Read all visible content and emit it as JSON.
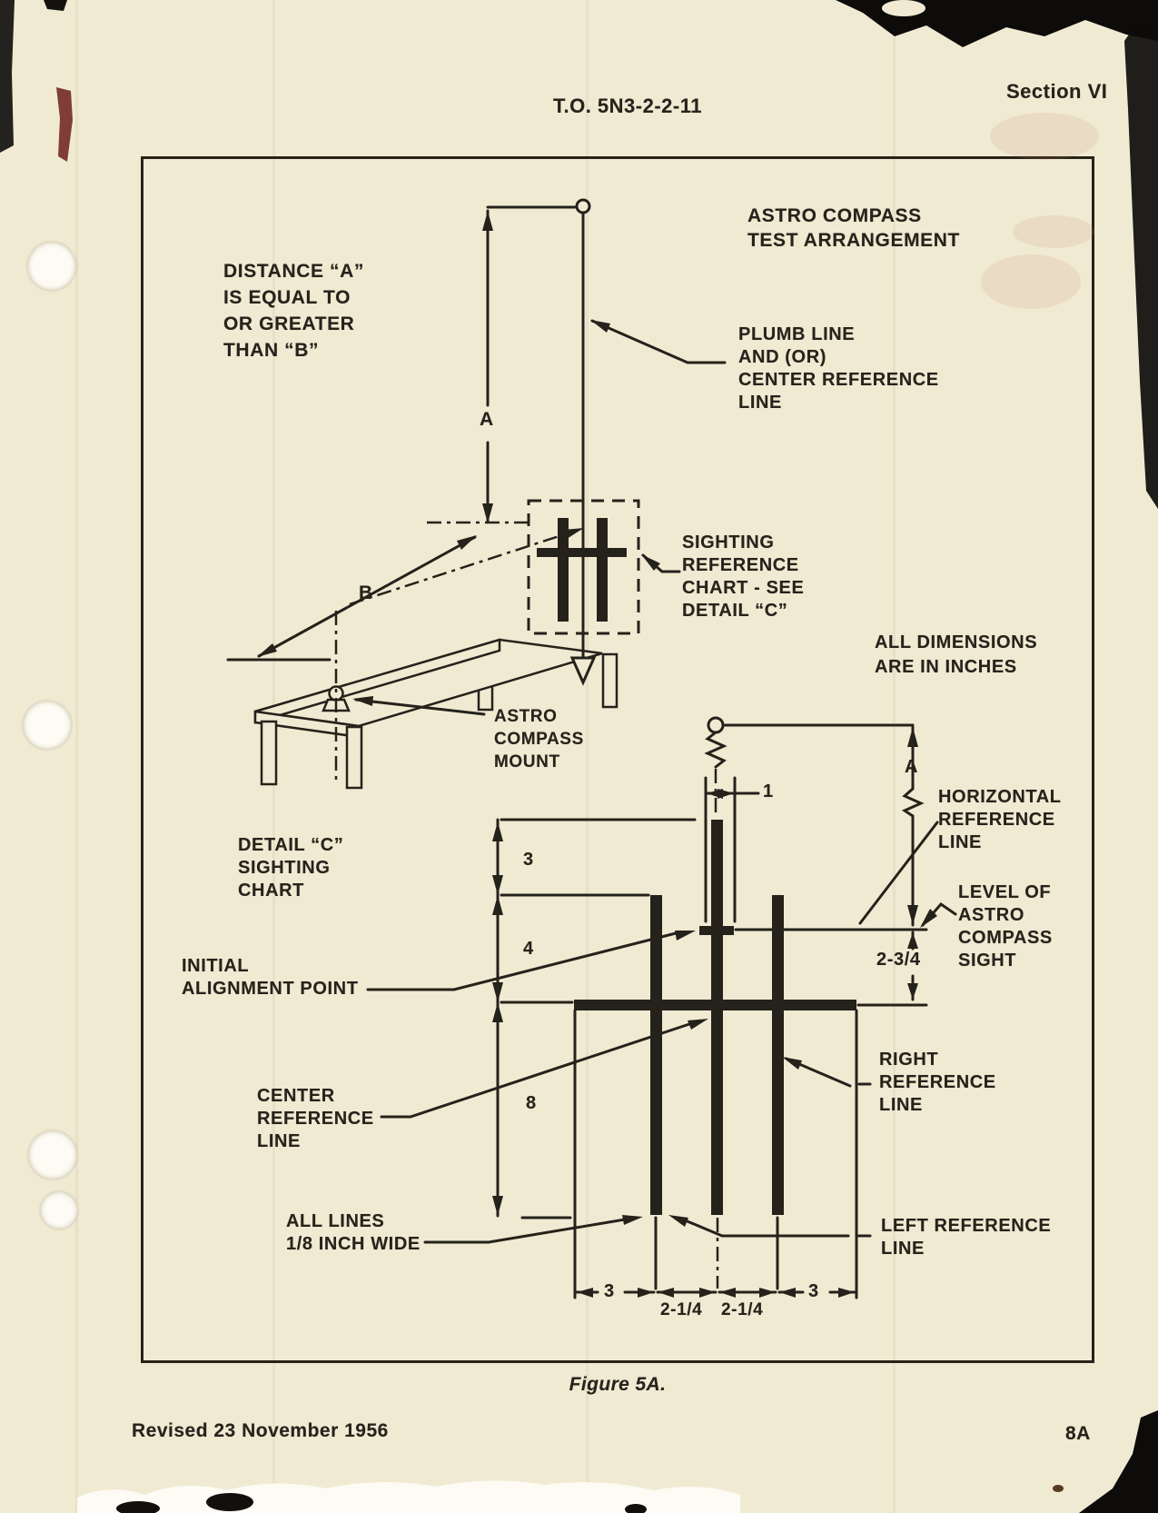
{
  "page": {
    "title": "T.O. 5N3-2-2-11",
    "section": "Section VI",
    "figure_caption": "Figure 5A.",
    "revision": "Revised 23 November 1956",
    "page_number": "8A"
  },
  "figure": {
    "labels": {
      "distance_note": "DISTANCE “A”\nIS EQUAL TO\nOR GREATER\nTHAN “B”",
      "test_arrangement": "ASTRO COMPASS\nTEST ARRANGEMENT",
      "plumb_line": "PLUMB LINE\nAND (OR)\nCENTER REFERENCE\nLINE",
      "sighting_reference": "SIGHTING\nREFERENCE\nCHART - SEE\nDETAIL “C”",
      "all_dimensions": "ALL DIMENSIONS\nARE IN INCHES",
      "astro_compass_mount": "ASTRO\nCOMPASS\nMOUNT",
      "detail_c": "DETAIL “C”\nSIGHTING\nCHART",
      "initial_alignment": "INITIAL\nALIGNMENT POINT",
      "center_reference": "CENTER\nREFERENCE\nLINE",
      "all_lines": "ALL LINES\n1/8 INCH WIDE",
      "horizontal_reference": "HORIZONTAL\nREFERENCE\nLINE",
      "level_of_sight": "LEVEL OF\nASTRO\nCOMPASS\nSIGHT",
      "right_reference": "RIGHT\nREFERENCE\nLINE",
      "left_reference": "LEFT REFERENCE\nLINE"
    },
    "dims": {
      "a_upper": "A",
      "b": "B",
      "a_detail": "A",
      "tab_width": "1",
      "three_top": "3",
      "four": "4",
      "eight": "8",
      "sight_offset": "2-3/4",
      "bottom_left": "3",
      "bottom_mid_left": "2-1/4",
      "bottom_mid_right": "2-1/4",
      "bottom_right": "3"
    }
  }
}
